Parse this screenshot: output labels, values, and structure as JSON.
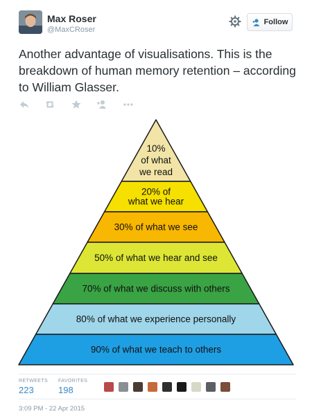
{
  "tweet": {
    "author_name": "Max Roser",
    "author_handle": "@MaxCRoser",
    "follow_label": "Follow",
    "text": "Another advantage of visualisations. This is the breakdown of human memory retention – according to William Glasser.",
    "timestamp": "3:09 PM - 22 Apr 2015",
    "actions": [
      "reply-icon",
      "retweet-icon",
      "favorite-icon",
      "follow-user-icon",
      "more-icon"
    ]
  },
  "stats": {
    "retweets_label": "RETWEETS",
    "retweets_count": "223",
    "favorites_label": "FAVORITES",
    "favorites_count": "198"
  },
  "chart_data": {
    "type": "pyramid",
    "layers": [
      {
        "lines": [
          "10%",
          "of what",
          "we read"
        ],
        "color": "#f1e4a6"
      },
      {
        "lines": [
          "20% of",
          "what we hear"
        ],
        "color": "#f5e000"
      },
      {
        "lines": [
          "30% of what we see"
        ],
        "color": "#f8b700"
      },
      {
        "lines": [
          "50% of what we hear and see"
        ],
        "color": "#dde634"
      },
      {
        "lines": [
          "70% of what we discuss with others"
        ],
        "color": "#3aa344"
      },
      {
        "lines": [
          "80% of what we experience personally"
        ],
        "color": "#9fd6ea"
      },
      {
        "lines": [
          "90% of what we teach to others"
        ],
        "color": "#1f9fe3"
      }
    ]
  },
  "colors": {
    "link_blue": "#3b88c3",
    "text_gray": "#8899a6"
  }
}
